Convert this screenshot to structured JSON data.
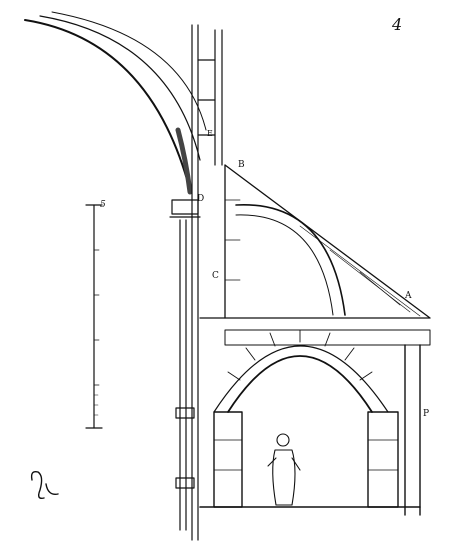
{
  "plate_number": "4",
  "labels": {
    "a": "A",
    "b": "B",
    "c": "C",
    "d": "D",
    "e": "E",
    "p": "P"
  },
  "scale_bar": {
    "top_value": "5"
  },
  "signature": "monogram-signature"
}
